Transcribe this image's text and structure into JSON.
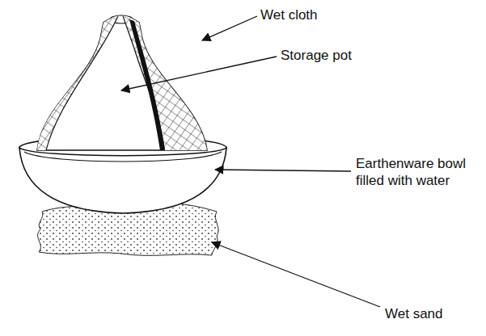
{
  "diagram": {
    "labels": [
      "Wet cloth",
      "Storage pot",
      "Earthenware bowl filled with water",
      "Wet sand"
    ]
  }
}
